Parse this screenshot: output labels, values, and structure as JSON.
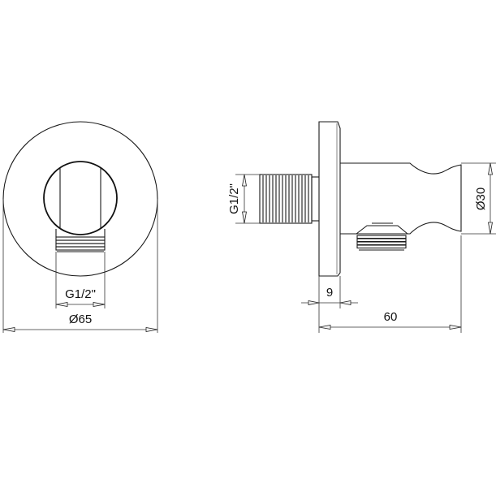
{
  "drawing": {
    "front_view": {
      "thread_label": "G1/2\"",
      "diameter_label": "Ø65"
    },
    "side_view": {
      "thread_label": "G1/2\"",
      "diameter_label": "Ø30",
      "flange_thickness_label": "9",
      "overall_length_label": "60"
    },
    "colors": {
      "line": "#1a1a1a",
      "background": "#ffffff",
      "arrow_fill": "#f2f2f2"
    }
  }
}
